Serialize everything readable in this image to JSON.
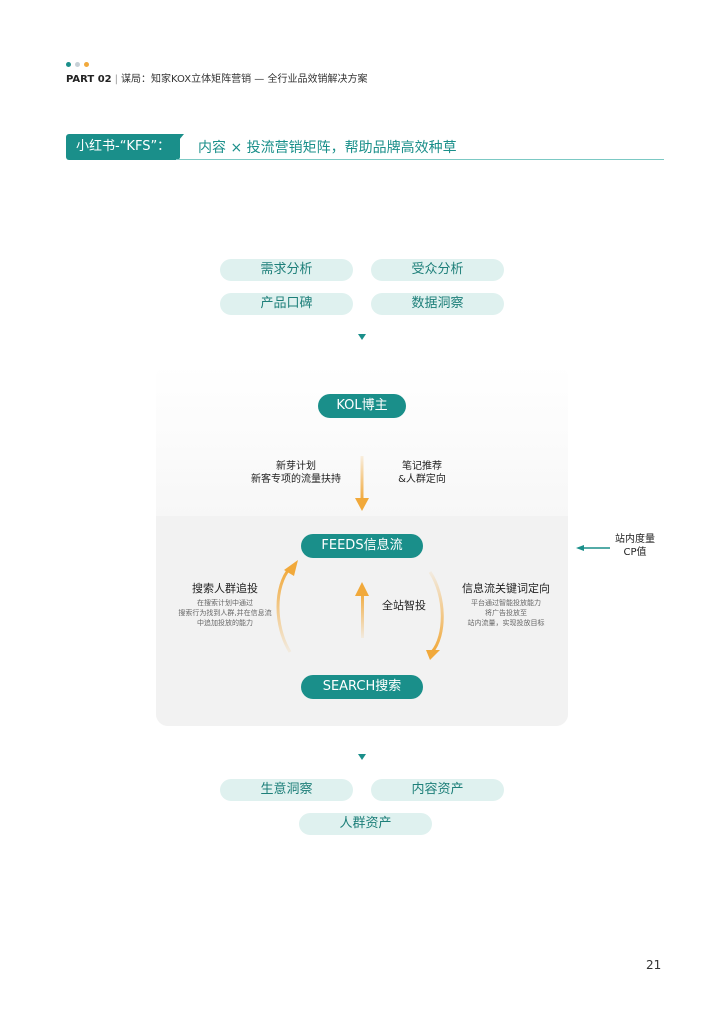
{
  "header": {
    "dot_colors": [
      "#1a8f8a",
      "#c7d0d6",
      "#f1a93b"
    ],
    "part": "PART 02",
    "separator": "|",
    "title": "谋局：知家KOX立体矩阵营销 — 全行业品效销解决方案"
  },
  "section": {
    "tag": "小红书-“KFS”：",
    "subtitle": "内容 × 投流营销矩阵，帮助品牌高效种草"
  },
  "inputs": [
    "需求分析",
    "受众分析",
    "产品口碑",
    "数据洞察"
  ],
  "diagram": {
    "kol": "KOL博主",
    "left_flow": [
      "新芽计划",
      "新客专项的流量扶持"
    ],
    "right_flow": [
      "笔记推荐",
      "&人群定向"
    ],
    "feeds": "FEEDS信息流",
    "search": "SEARCH搜索",
    "center_label": "全站智投",
    "left_title": "搜索人群追投",
    "left_desc": [
      "在搜索计划中通过",
      "搜索行为找到人群,并在信息流",
      "中追加投放的能力"
    ],
    "right_title": "信息流关键词定向",
    "right_desc": [
      "平台通过智能投放能力",
      "将广告投放至",
      "站内流量，实现投放目标"
    ],
    "side_note": [
      "站内度量",
      "CP值"
    ]
  },
  "outputs": [
    "生意洞察",
    "内容资产",
    "人群资产"
  ],
  "colors": {
    "teal": "#1a8f8a",
    "pill_bg": "#dff1ef",
    "arrow": "#f1a93b"
  },
  "page_number": "21"
}
